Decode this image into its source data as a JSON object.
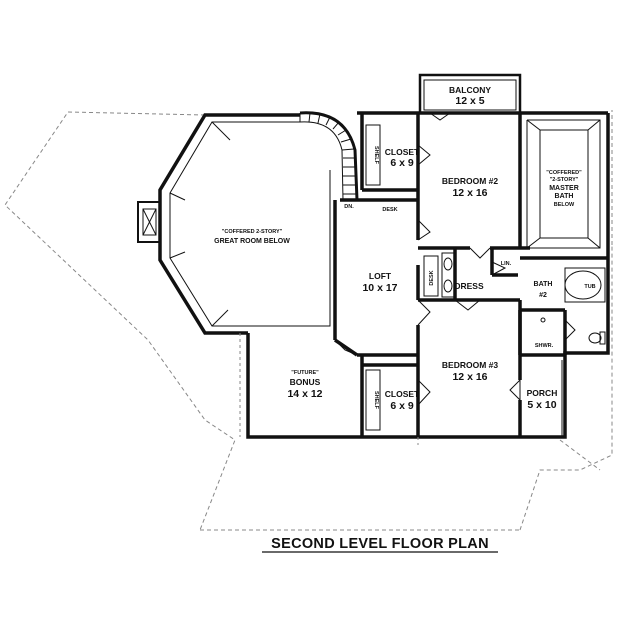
{
  "title": "SECOND LEVEL FLOOR PLAN",
  "rooms": {
    "balcony": {
      "name": "BALCONY",
      "size": "12 x 5"
    },
    "closet_top": {
      "name": "CLOSET",
      "size": "6 x 9"
    },
    "bedroom2": {
      "name": "BEDROOM #2",
      "size": "12 x 16"
    },
    "master_bath": {
      "line1": "\"COFFERED\"",
      "line2": "\"2-STORY\"",
      "line3": "MASTER",
      "line4": "BATH",
      "line5": "BELOW"
    },
    "great_room": {
      "line1": "\"COFFERED 2-STORY\"",
      "line2": "GREAT ROOM BELOW"
    },
    "loft": {
      "name": "LOFT",
      "size": "10 x 17"
    },
    "dress": {
      "name": "DRESS"
    },
    "lin": {
      "name": "LIN."
    },
    "bath2": {
      "name": "BATH",
      "size": "#2"
    },
    "tub": {
      "name": "TUB"
    },
    "shwr": {
      "name": "SHWR."
    },
    "bonus": {
      "line1": "\"FUTURE\"",
      "name": "BONUS",
      "size": "14 x 12"
    },
    "closet_bottom": {
      "name": "CLOSET",
      "size": "6 x 9"
    },
    "bedroom3": {
      "name": "BEDROOM #3",
      "size": "12 x 16"
    },
    "porch": {
      "name": "PORCH",
      "size": "5 x 10"
    }
  },
  "labels": {
    "dn": "DN.",
    "desk_upper": "DESK",
    "desk_side": "DESK",
    "shelf_upper": "SHELF",
    "shelf_lower": "SHELF"
  },
  "colors": {
    "wall": "#111111",
    "dash": "#888888",
    "background": "#ffffff"
  }
}
